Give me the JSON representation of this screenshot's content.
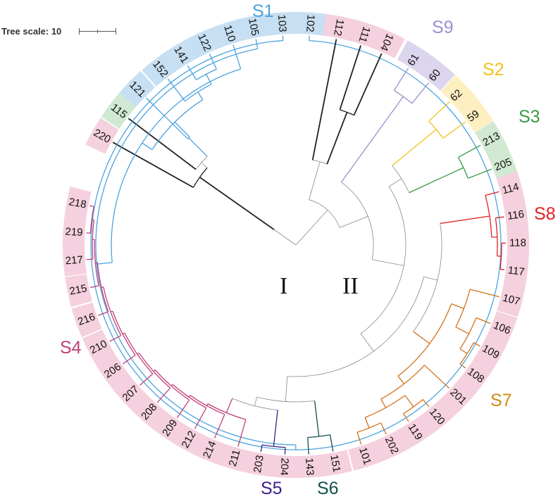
{
  "tree_scale": {
    "label": "Tree scale: 10",
    "value": 10
  },
  "roman_labels": {
    "I": "I",
    "II": "II"
  },
  "clade_labels": {
    "S1": "S1",
    "S2": "S2",
    "S3": "S3",
    "S4": "S4",
    "S5": "S5",
    "S6": "S6",
    "S7": "S7",
    "S8": "S8",
    "S9": "S9"
  },
  "colors": {
    "S1": "#4aa3df",
    "S2": "#f2c21b",
    "S3": "#3a9a48",
    "S4": "#c0407a",
    "S5": "#3a1f86",
    "S6": "#10504e",
    "S7": "#d08a12",
    "S8": "#e02020",
    "S9": "#9a8fd0",
    "S7_branch": "#d2731a",
    "backbone": "#888888",
    "outgroup": "#222222",
    "ring": {
      "blue": "#c6dff2",
      "pink": "#f5d0de",
      "purple": "#dcd5ee",
      "yellow": "#fdefc0",
      "green": "#d1e9d2"
    }
  },
  "leaves": [
    {
      "name": "102",
      "ring": "blue"
    },
    {
      "name": "112",
      "ring": "pink"
    },
    {
      "name": "111",
      "ring": "pink"
    },
    {
      "name": "104",
      "ring": "pink"
    },
    {
      "name": "61",
      "ring": "purple"
    },
    {
      "name": "60",
      "ring": "purple"
    },
    {
      "name": "62",
      "ring": "yellow"
    },
    {
      "name": "59",
      "ring": "yellow"
    },
    {
      "name": "213",
      "ring": "green"
    },
    {
      "name": "205",
      "ring": "green"
    },
    {
      "name": "114",
      "ring": "pink"
    },
    {
      "name": "116",
      "ring": "pink"
    },
    {
      "name": "118",
      "ring": "pink"
    },
    {
      "name": "117",
      "ring": "pink"
    },
    {
      "name": "107",
      "ring": "pink"
    },
    {
      "name": "106",
      "ring": "pink"
    },
    {
      "name": "109",
      "ring": "pink"
    },
    {
      "name": "108",
      "ring": "pink"
    },
    {
      "name": "201",
      "ring": "pink"
    },
    {
      "name": "120",
      "ring": "pink"
    },
    {
      "name": "119",
      "ring": "pink"
    },
    {
      "name": "202",
      "ring": "pink"
    },
    {
      "name": "101",
      "ring": "pink"
    },
    {
      "name": "151",
      "ring": "pink"
    },
    {
      "name": "143",
      "ring": "pink"
    },
    {
      "name": "204",
      "ring": "pink"
    },
    {
      "name": "203",
      "ring": "pink"
    },
    {
      "name": "211",
      "ring": "pink"
    },
    {
      "name": "214",
      "ring": "pink"
    },
    {
      "name": "212",
      "ring": "pink"
    },
    {
      "name": "209",
      "ring": "pink"
    },
    {
      "name": "208",
      "ring": "pink"
    },
    {
      "name": "207",
      "ring": "pink"
    },
    {
      "name": "206",
      "ring": "pink"
    },
    {
      "name": "210",
      "ring": "pink"
    },
    {
      "name": "216",
      "ring": "pink"
    },
    {
      "name": "215",
      "ring": "pink"
    },
    {
      "name": "217",
      "ring": "pink"
    },
    {
      "name": "219",
      "ring": "pink"
    },
    {
      "name": "218",
      "ring": "pink"
    },
    {
      "name": "220",
      "ring": "pink"
    },
    {
      "name": "115",
      "ring": "green"
    },
    {
      "name": "121",
      "ring": "blue"
    },
    {
      "name": "152",
      "ring": "blue"
    },
    {
      "name": "141",
      "ring": "blue"
    },
    {
      "name": "122",
      "ring": "blue"
    },
    {
      "name": "110",
      "ring": "blue"
    },
    {
      "name": "105",
      "ring": "blue"
    },
    {
      "name": "103",
      "ring": "blue"
    }
  ]
}
